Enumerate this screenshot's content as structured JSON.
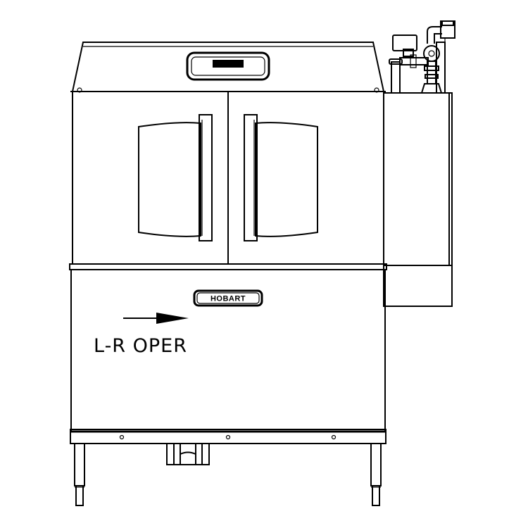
{
  "brand": {
    "logo_text": "HOBART"
  },
  "operation": {
    "label": "L-R OPER",
    "direction": "left-to-right"
  },
  "colors": {
    "line": "#000000",
    "background": "#ffffff"
  }
}
